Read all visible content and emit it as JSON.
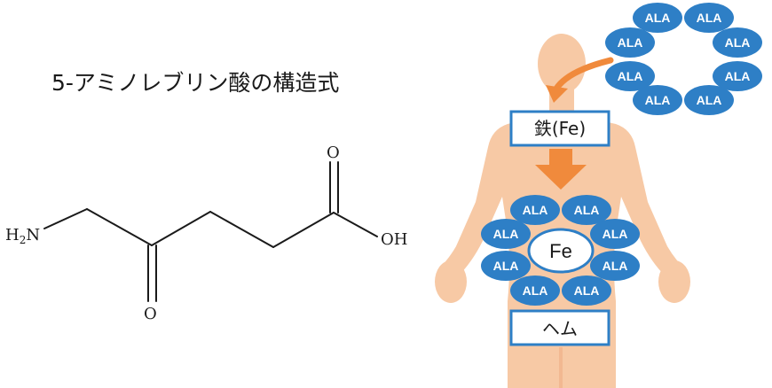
{
  "title": "5-アミノレブリン酸の構造式",
  "molecule": {
    "amine_label": "H",
    "amine_sub": "2",
    "amine_n": "N",
    "oxygen_ketone": "O",
    "oxygen_carbonyl": "O",
    "hydroxyl": "OH"
  },
  "ala_label": "ALA",
  "iron_box": "鉄(Fe)",
  "center_label": "Fe",
  "heme_box": "ヘム",
  "colors": {
    "ala_fill": "#2e7fc6",
    "body_skin": "#f7c9a5",
    "arrow": "#f08a3c",
    "box_border": "#2e7fc6"
  }
}
